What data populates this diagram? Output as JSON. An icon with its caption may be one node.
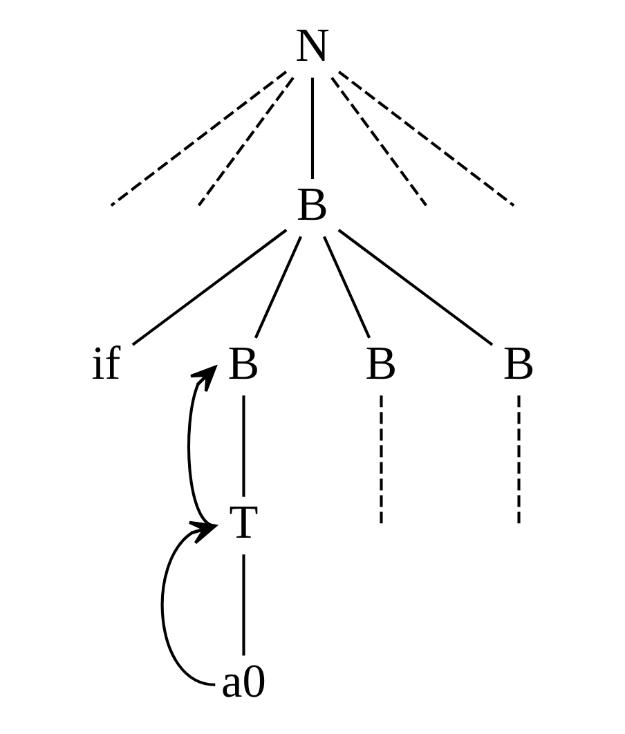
{
  "diagram": {
    "nodes": [
      {
        "text": [
          "N"
        ]
      },
      {
        "text": [
          "B"
        ]
      },
      {
        "text": [
          "if"
        ]
      },
      {
        "text": [
          "B"
        ]
      },
      {
        "text": [
          "B"
        ]
      },
      {
        "text": [
          "B"
        ]
      },
      {
        "text": [
          "T"
        ]
      },
      {
        "text": [
          "a0"
        ]
      }
    ],
    "edges": [
      {
        "from": 0,
        "to": null,
        "arrow": "none",
        "style": "dashed"
      },
      {
        "from": 0,
        "to": null,
        "arrow": "none",
        "style": "dashed"
      },
      {
        "from": 0,
        "to": 1,
        "arrow": "none"
      },
      {
        "from": 0,
        "to": null,
        "arrow": "none",
        "style": "dashed"
      },
      {
        "from": 0,
        "to": null,
        "arrow": "none",
        "style": "dashed"
      },
      {
        "from": 1,
        "to": 2,
        "arrow": "none"
      },
      {
        "from": 1,
        "to": 3,
        "arrow": "none"
      },
      {
        "from": 1,
        "to": 4,
        "arrow": "none"
      },
      {
        "from": 1,
        "to": 5,
        "arrow": "none"
      },
      {
        "from": 3,
        "to": 6,
        "arrow": "none"
      },
      {
        "from": 4,
        "to": null,
        "arrow": "none",
        "style": "dashed"
      },
      {
        "from": 5,
        "to": null,
        "arrow": "none",
        "style": "dashed"
      },
      {
        "from": 6,
        "to": 7,
        "arrow": "none"
      },
      {
        "from": 6,
        "to": 3,
        "arrow": "to"
      },
      {
        "from": 7,
        "to": 6,
        "arrow": "to"
      }
    ]
  }
}
